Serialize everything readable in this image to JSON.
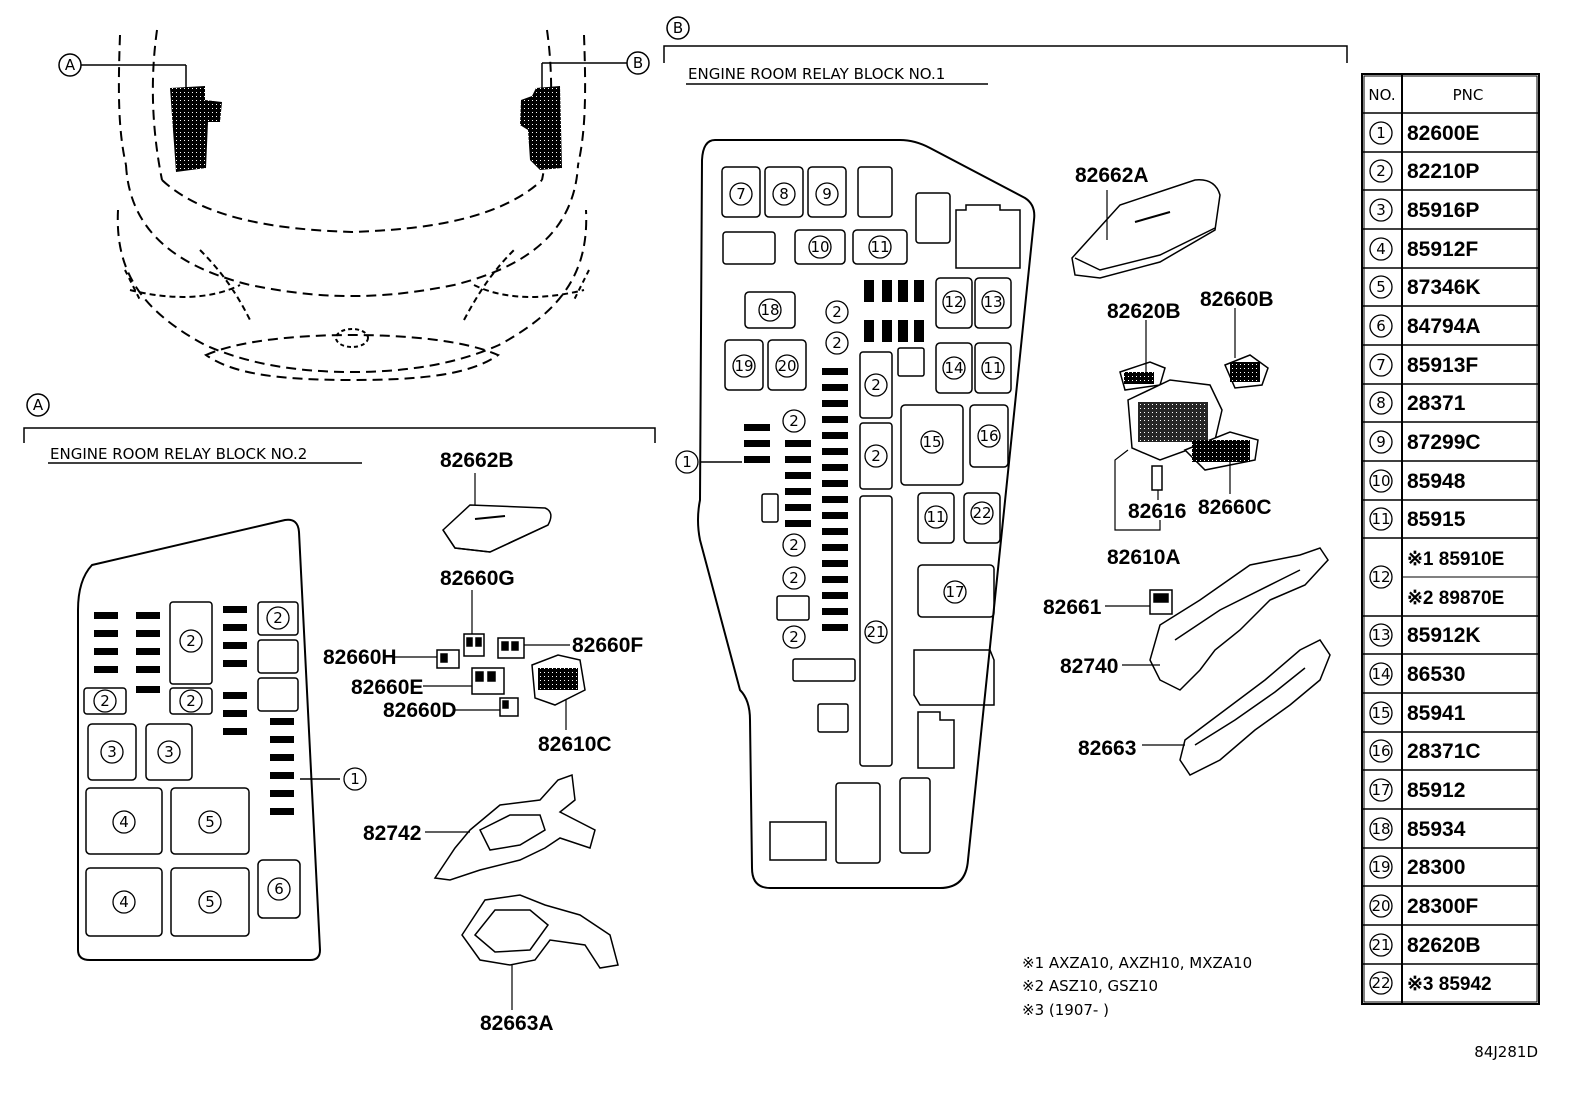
{
  "callouts": {
    "a": "A",
    "b": "B"
  },
  "sections": {
    "block2_title": "ENGINE ROOM RELAY BLOCK NO.2",
    "block1_title": "ENGINE ROOM RELAY BLOCK NO.1"
  },
  "block2": {
    "slots": [
      "1",
      "2",
      "2",
      "2",
      "3",
      "3",
      "4",
      "5",
      "4",
      "5",
      "6"
    ],
    "parts": {
      "p82662B": "82662B",
      "p82660G": "82660G",
      "p82660H": "82660H",
      "p82660F": "82660F",
      "p82660E": "82660E",
      "p82660D": "82660D",
      "p82610C": "82610C",
      "p82742": "82742",
      "p82663A": "82663A"
    }
  },
  "block1": {
    "slots": [
      "1",
      "7",
      "8",
      "9",
      "10",
      "11",
      "18",
      "2",
      "2",
      "12",
      "13",
      "19",
      "20",
      "2",
      "14",
      "11",
      "2",
      "15",
      "16",
      "2",
      "11",
      "22",
      "2",
      "2",
      "17",
      "2",
      "21"
    ],
    "parts": {
      "p82662A": "82662A",
      "p82620B": "82620B",
      "p82660B": "82660B",
      "p82616": "82616",
      "p82660C": "82660C",
      "p82610A": "82610A",
      "p82661": "82661",
      "p82740": "82740",
      "p82663": "82663"
    }
  },
  "table": {
    "headers": [
      "NO.",
      "PNC"
    ],
    "rows": [
      {
        "no": "1",
        "pnc": "82600E"
      },
      {
        "no": "2",
        "pnc": "82210P"
      },
      {
        "no": "3",
        "pnc": "85916P"
      },
      {
        "no": "4",
        "pnc": "85912F"
      },
      {
        "no": "5",
        "pnc": "87346K"
      },
      {
        "no": "6",
        "pnc": "84794A"
      },
      {
        "no": "7",
        "pnc": "85913F"
      },
      {
        "no": "8",
        "pnc": "28371"
      },
      {
        "no": "9",
        "pnc": "87299C"
      },
      {
        "no": "10",
        "pnc": "85948"
      },
      {
        "no": "11",
        "pnc": "85915"
      },
      {
        "no": "12",
        "pnc": "※1 85910E",
        "pnc2": "※2 89870E"
      },
      {
        "no": "13",
        "pnc": "85912K"
      },
      {
        "no": "14",
        "pnc": "86530"
      },
      {
        "no": "15",
        "pnc": "85941"
      },
      {
        "no": "16",
        "pnc": "28371C"
      },
      {
        "no": "17",
        "pnc": "85912"
      },
      {
        "no": "18",
        "pnc": "85934"
      },
      {
        "no": "19",
        "pnc": "28300"
      },
      {
        "no": "20",
        "pnc": "28300F"
      },
      {
        "no": "21",
        "pnc": "82620B"
      },
      {
        "no": "22",
        "pnc": "※3 85942"
      }
    ]
  },
  "notes": [
    "※1  AXZA10, AXZH10, MXZA10",
    "※2  ASZ10, GSZ10",
    "※3 (1907-      )"
  ],
  "figure_code": "84J281D"
}
